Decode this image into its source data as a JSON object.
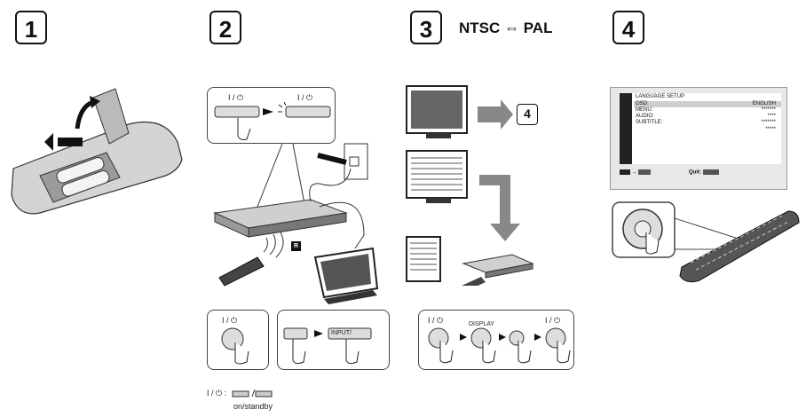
{
  "steps": [
    {
      "number": "1"
    },
    {
      "number": "2"
    },
    {
      "number": "3",
      "title": "NTSC ⇔ PAL"
    },
    {
      "number": "4"
    }
  ],
  "step2": {
    "power_label": "I / ⏻",
    "input_label": "INPUT/",
    "r_label": "R",
    "footnote_symbol": "I / ⏻ :",
    "footnote_text": "on/standby"
  },
  "step3": {
    "goto_step": "4",
    "power_label": "I / ⏻",
    "display_label": "DISPLAY"
  },
  "step4": {
    "osd": {
      "title": "LANGUAGE SETUP",
      "rows": [
        {
          "label": "OSD:",
          "value": "ENGLISH"
        },
        {
          "label": "MENU:",
          "value": "*******"
        },
        {
          "label": "AUDIO:",
          "value": "****"
        },
        {
          "label": "SUBTITLE:",
          "value": "*******"
        },
        {
          "label": "",
          "value": "*****"
        }
      ],
      "footer_left": "→",
      "footer_quit": "Quit:"
    }
  }
}
